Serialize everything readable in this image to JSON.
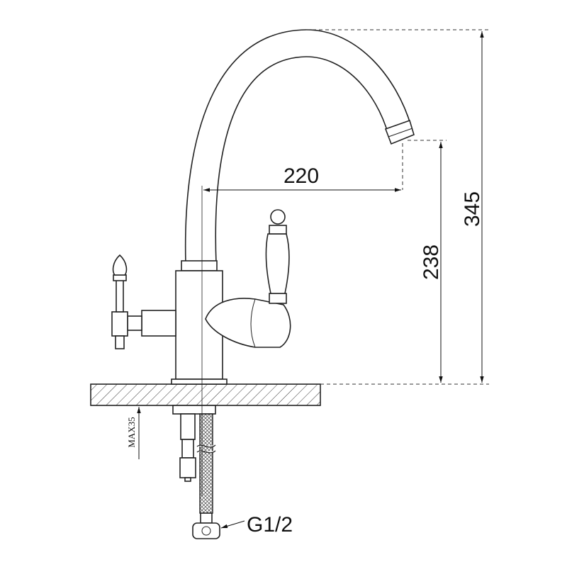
{
  "dimensions": {
    "reach": "220",
    "spout_height": "238",
    "total_height": "345",
    "max_counter_thickness": "MAX35",
    "connection_thread": "G1/2"
  },
  "colors": {
    "line": "#222222",
    "background": "#ffffff"
  }
}
